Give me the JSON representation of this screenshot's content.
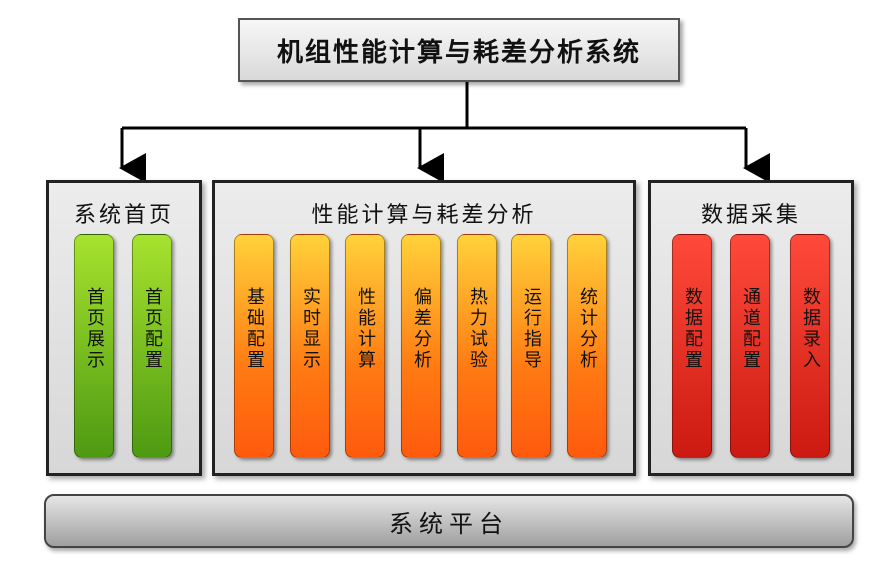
{
  "title": "机组性能计算与耗差分析系统",
  "panels": [
    {
      "title": "系统首页",
      "color": "#6abf1e",
      "items": [
        "首页展示",
        "首页配置"
      ]
    },
    {
      "title": "性能计算与耗差分析",
      "color": "#ff8c1a",
      "items": [
        "基础配置",
        "实时显示",
        "性能计算",
        "偏差分析",
        "热力试验",
        "运行指导",
        "统计分析"
      ]
    },
    {
      "title": "数据采集",
      "color": "#e0261c",
      "items": [
        "数据配置",
        "通道配置",
        "数据录入"
      ]
    }
  ],
  "platform": "系统平台"
}
